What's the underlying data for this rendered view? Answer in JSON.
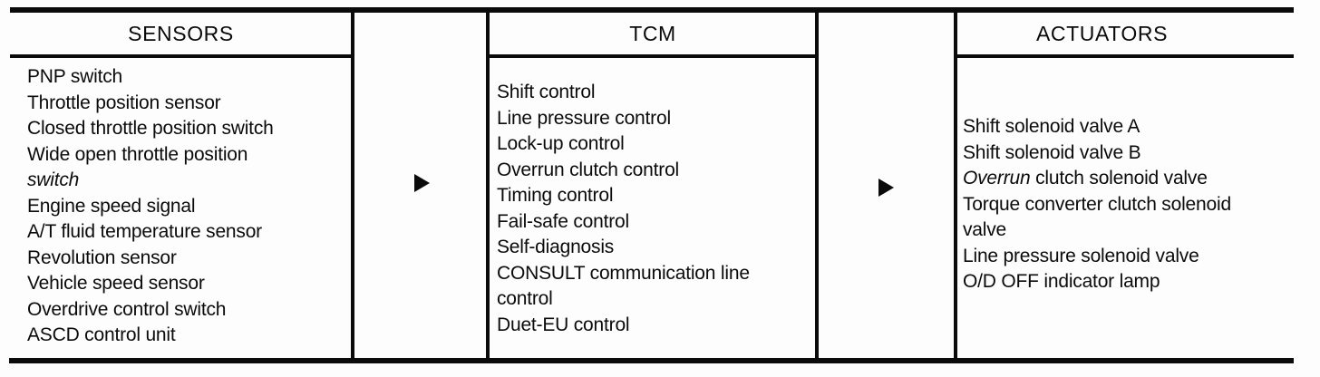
{
  "colors": {
    "ink": "#0b0b0b",
    "paper": "#fdfdfd"
  },
  "diagram": {
    "columns": [
      {
        "id": "sensors",
        "header": "SENSORS",
        "lines": [
          [
            {
              "t": "PNP switch"
            }
          ],
          [
            {
              "t": "Throttle position sensor"
            }
          ],
          [
            {
              "t": "Closed throttle position switch"
            }
          ],
          [
            {
              "t": "Wide open throttle position"
            }
          ],
          [
            {
              "t": "switch",
              "i": true
            }
          ],
          [
            {
              "t": "Engine speed signal"
            }
          ],
          [
            {
              "t": "A/T fluid temperature sensor"
            }
          ],
          [
            {
              "t": "Revolution sensor"
            }
          ],
          [
            {
              "t": "Vehicle speed sensor"
            }
          ],
          [
            {
              "t": "Overdrive control switch"
            }
          ],
          [
            {
              "t": "ASCD control unit"
            }
          ]
        ]
      },
      {
        "id": "tcm",
        "header": "TCM",
        "lines": [
          [
            {
              "t": "Shift control"
            }
          ],
          [
            {
              "t": "Line pressure control"
            }
          ],
          [
            {
              "t": "Lock-up control"
            }
          ],
          [
            {
              "t": "Overrun clutch control"
            }
          ],
          [
            {
              "t": "Timing control"
            }
          ],
          [
            {
              "t": "Fail-safe control"
            }
          ],
          [
            {
              "t": "Self-diagnosis"
            }
          ],
          [
            {
              "t": "CONSULT communication line"
            }
          ],
          [
            {
              "t": "control"
            }
          ],
          [
            {
              "t": "Duet-EU control"
            }
          ]
        ]
      },
      {
        "id": "actuators",
        "header": "ACTUATORS",
        "lines": [
          [
            {
              "t": "Shift solenoid valve A"
            }
          ],
          [
            {
              "t": "Shift solenoid valve B"
            }
          ],
          [
            {
              "t": "Overrun",
              "i": true
            },
            {
              "t": " clutch solenoid valve"
            }
          ],
          [
            {
              "t": "Torque converter clutch solenoid"
            }
          ],
          [
            {
              "t": "valve"
            }
          ],
          [
            {
              "t": "Line pressure solenoid valve"
            }
          ],
          [
            {
              "t": "O/D OFF indicator lamp"
            }
          ]
        ]
      }
    ],
    "arrows": [
      {
        "id": "sensors-to-tcm",
        "direction": "right"
      },
      {
        "id": "tcm-to-actuators",
        "direction": "right"
      }
    ]
  }
}
